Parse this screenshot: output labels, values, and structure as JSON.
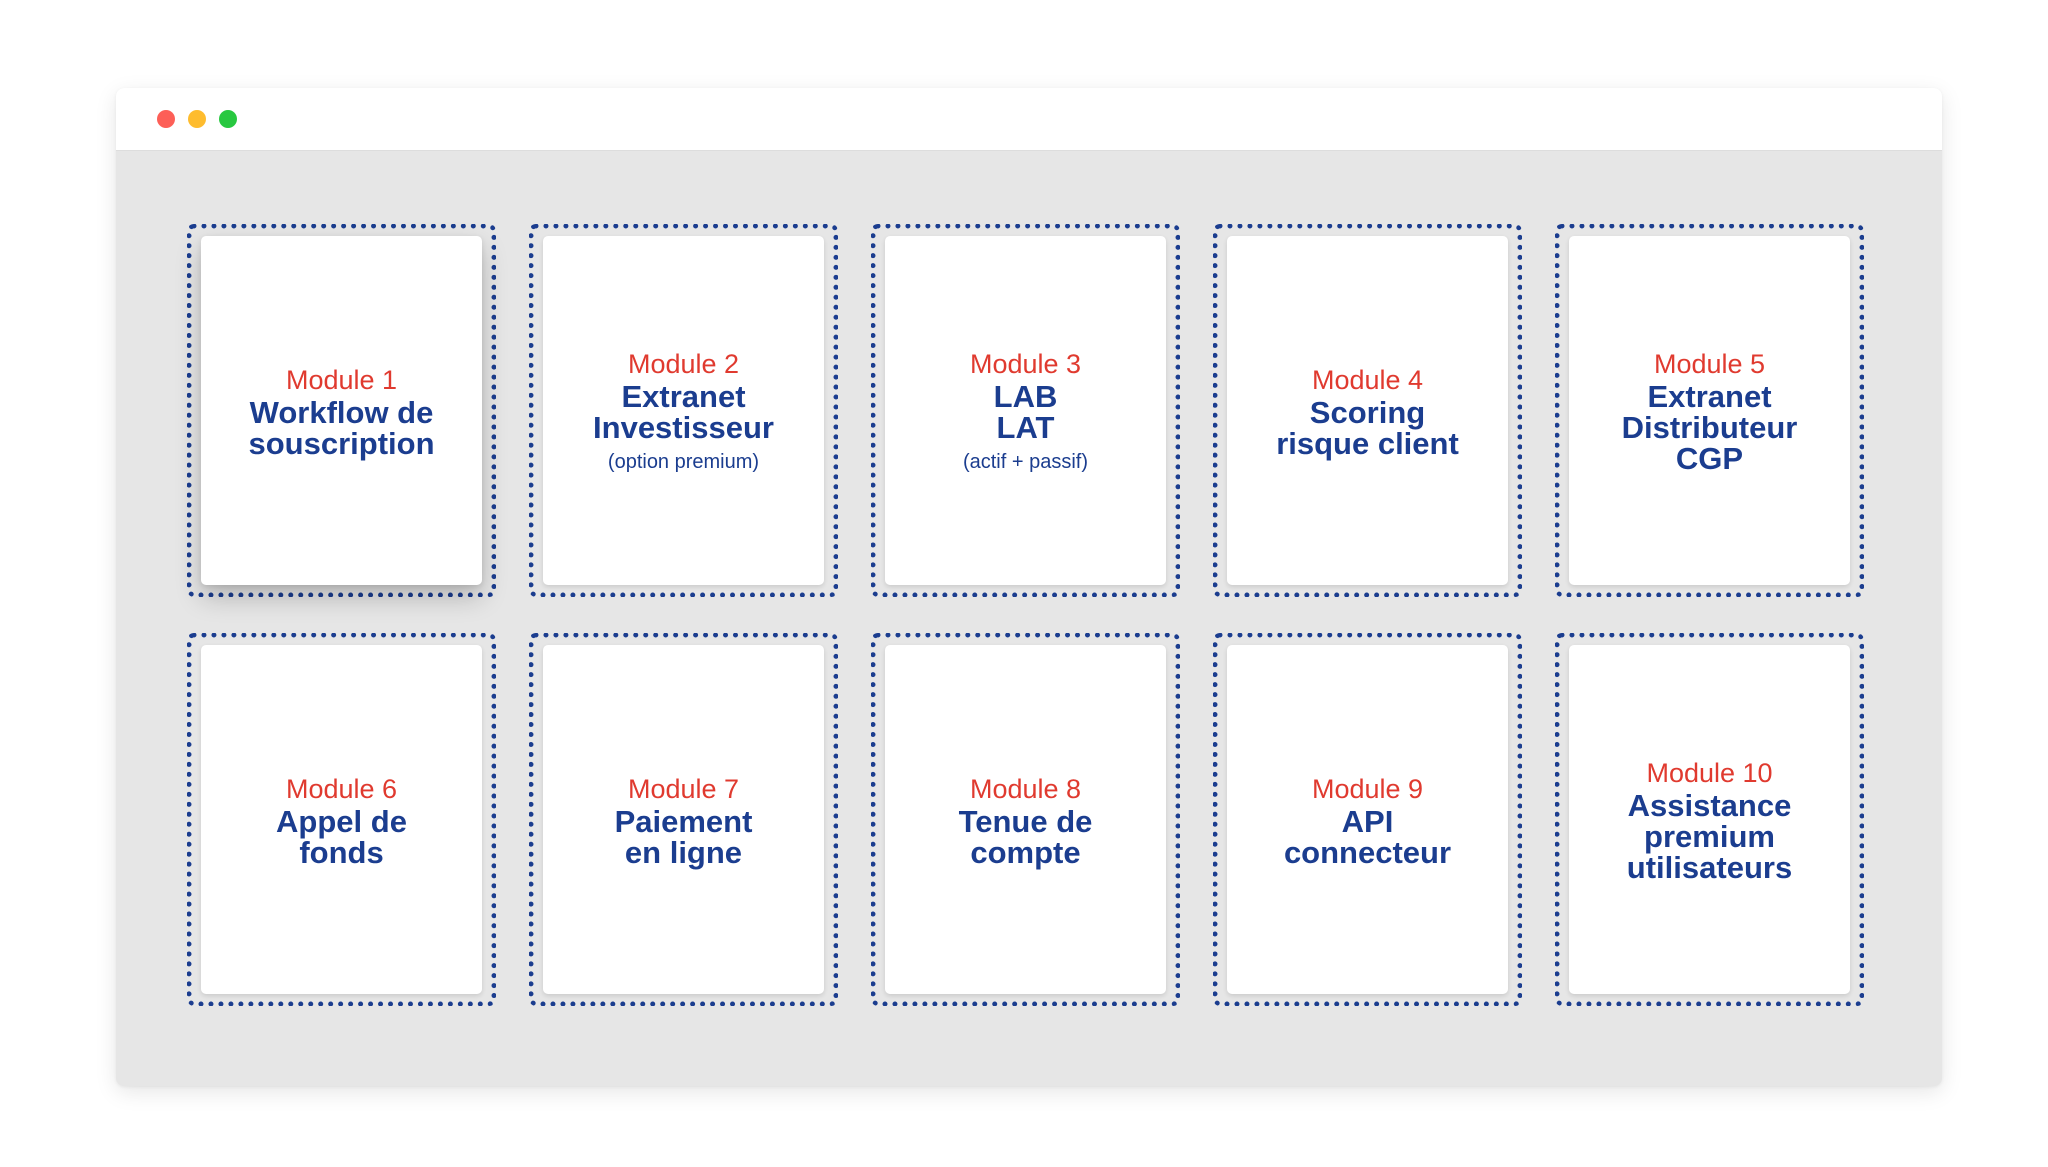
{
  "colors": {
    "accent_red": "#e03a2f",
    "brand_blue": "#1b3d8f",
    "window_bg": "#e6e6e6",
    "card_bg": "#ffffff",
    "dot_red": "#fd5f57",
    "dot_yellow": "#febc2e",
    "dot_green": "#28c840"
  },
  "window": {
    "controls": [
      "close-dot",
      "minimize-dot",
      "maximize-dot"
    ]
  },
  "modules": [
    {
      "label": "Module 1",
      "title_lines": [
        "Workflow de",
        "souscription"
      ],
      "note": ""
    },
    {
      "label": "Module 2",
      "title_lines": [
        "Extranet",
        "Investisseur"
      ],
      "note": "(option premium)"
    },
    {
      "label": "Module 3",
      "title_lines": [
        "LAB",
        "LAT"
      ],
      "note": "(actif + passif)"
    },
    {
      "label": "Module 4",
      "title_lines": [
        "Scoring",
        "risque client"
      ],
      "note": ""
    },
    {
      "label": "Module 5",
      "title_lines": [
        "Extranet",
        "Distributeur",
        "CGP"
      ],
      "note": ""
    },
    {
      "label": "Module 6",
      "title_lines": [
        "Appel de",
        "fonds"
      ],
      "note": ""
    },
    {
      "label": "Module 7",
      "title_lines": [
        "Paiement",
        "en ligne"
      ],
      "note": ""
    },
    {
      "label": "Module 8",
      "title_lines": [
        "Tenue de",
        "compte"
      ],
      "note": ""
    },
    {
      "label": "Module 9",
      "title_lines": [
        "API",
        "connecteur"
      ],
      "note": ""
    },
    {
      "label": "Module 10",
      "title_lines": [
        "Assistance",
        "premium",
        "utilisateurs"
      ],
      "note": ""
    }
  ]
}
